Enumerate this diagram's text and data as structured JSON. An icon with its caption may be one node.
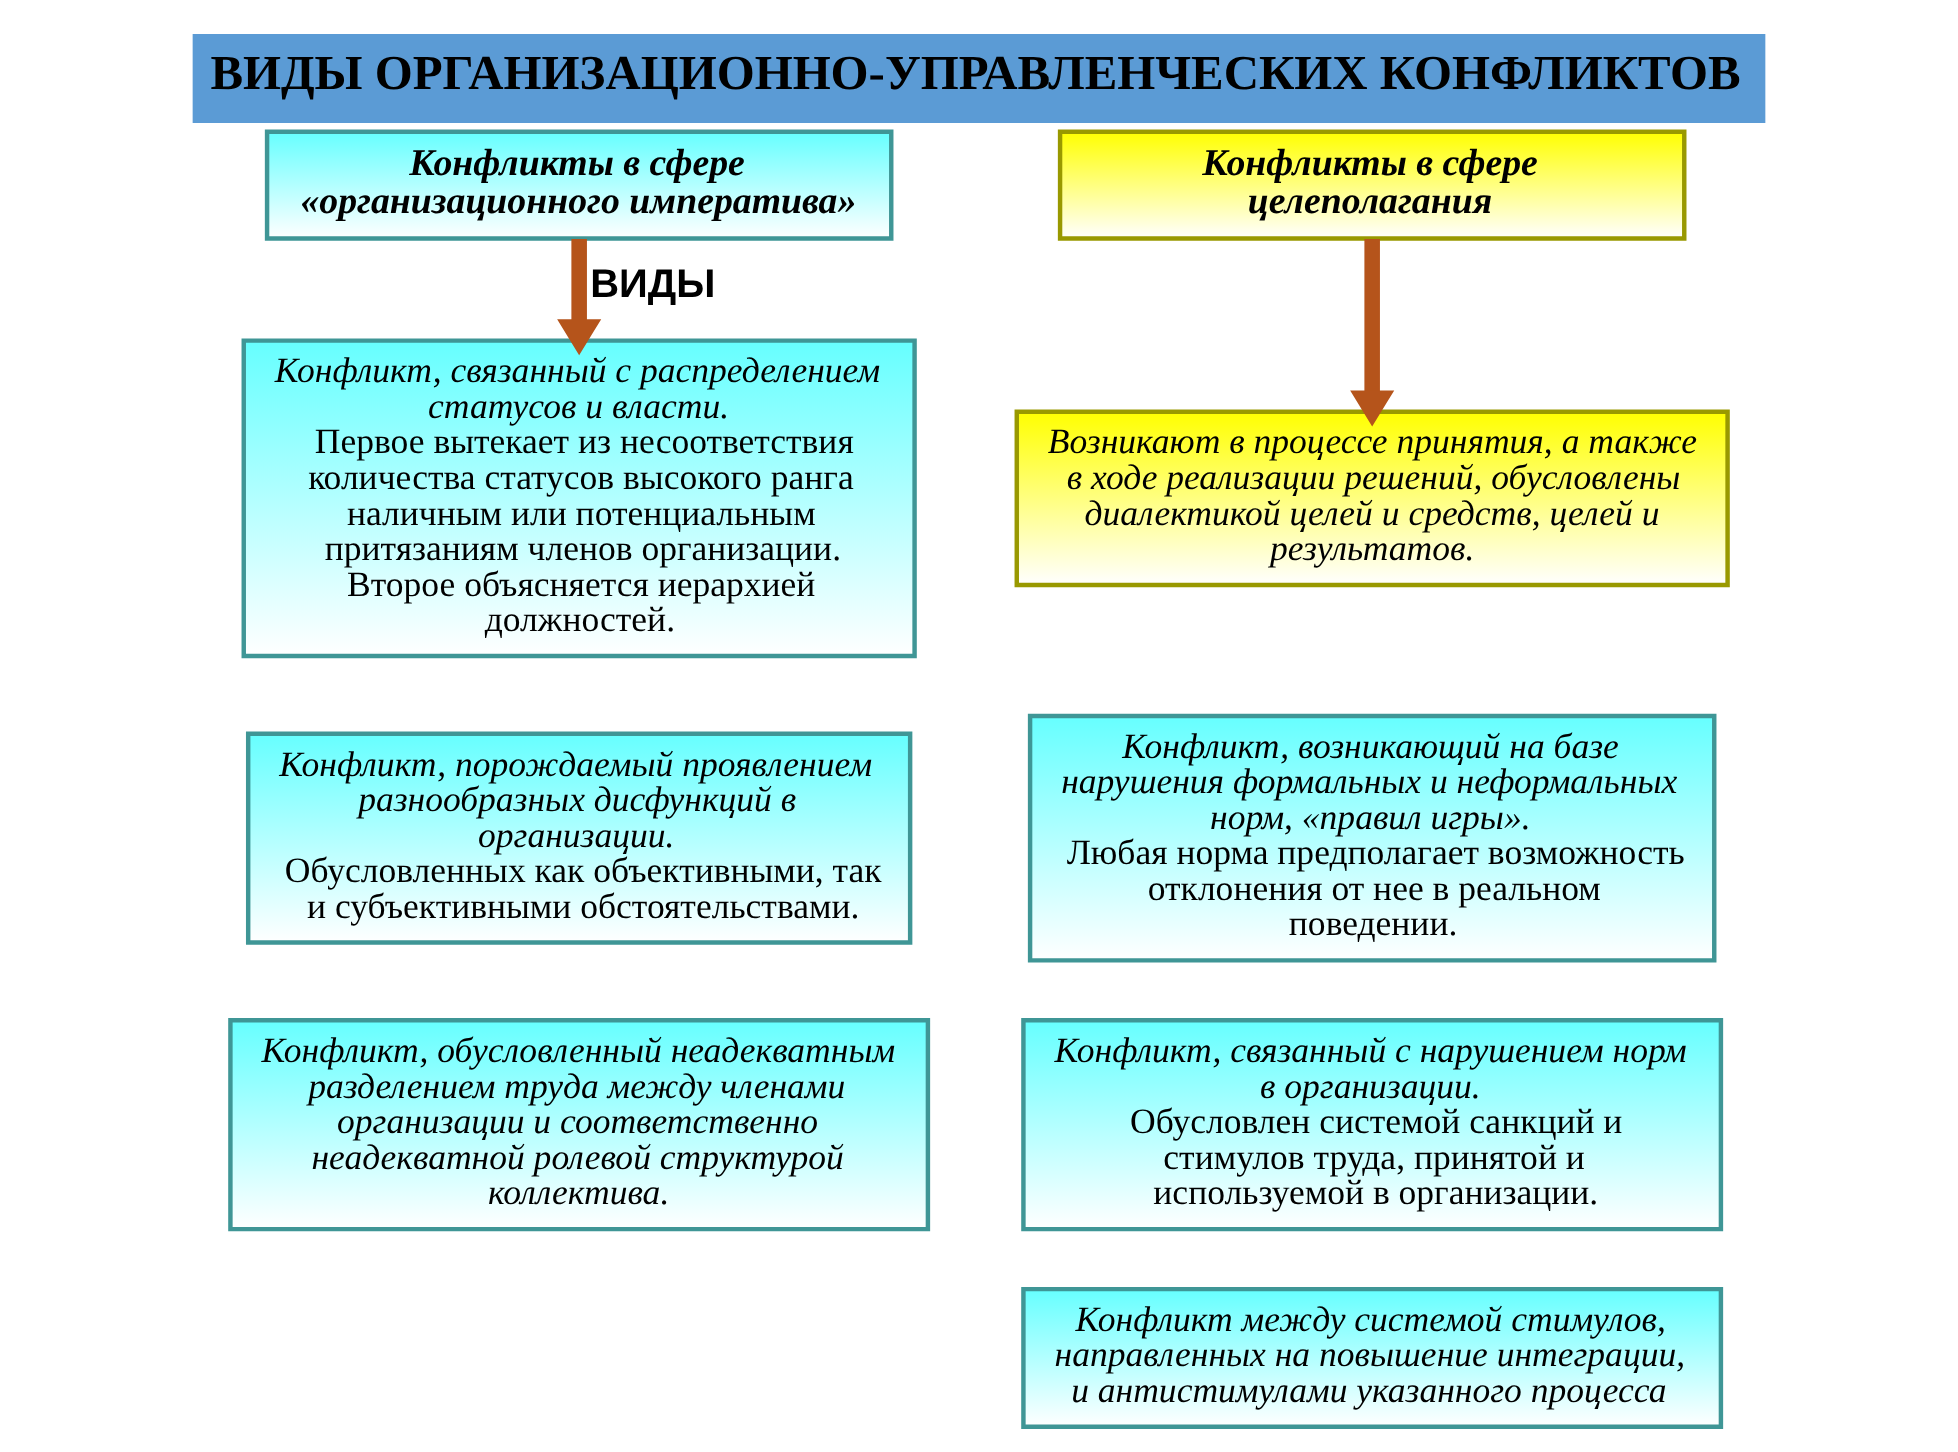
{
  "diagram": {
    "title": "ВИДЫ ОРГАНИЗАЦИОННО-УПРАВЛЕНЧЕСКИХ КОНФЛИКТОВ",
    "nodes": [
      {
        "text": [
          "Конфликты в сфере «организационного императива»"
        ]
      },
      {
        "text": [
          "Конфликт, связанный с распределением статусов и власти.",
          "Первое вытекает из несоответствия количества статусов высокого ранга наличным или потенциальным притязаниям членов организации. Второе объясняется иерархией должностей."
        ]
      },
      {
        "text": [
          "Конфликт, порождаемый проявлением разнообразных дисфункций в организации.",
          "Обусловленных как объективными, так и субъективными обстоятельствами."
        ]
      },
      {
        "text": [
          "Конфликт, обусловленный неадекватным разделением труда между членами организации и соответственно неадекватной ролевой структурой коллектива."
        ]
      },
      {
        "text": [
          "Конфликты в сфере целеполагания"
        ]
      },
      {
        "text": [
          "Возникают в процессе принятия, а также в ходе реализации решений, обусловлены диалектикой целей и средств, целей и результатов."
        ]
      },
      {
        "text": [
          "Конфликт, возникающий на базе нарушения формальных и неформальных норм, «правил игры».",
          "Любая норма предполагает возможность отклонения от нее в реальном поведении."
        ]
      },
      {
        "text": [
          "Конфликт, связанный с нарушением норм в организации.",
          "Обусловлен системой санкций и стимулов труда, принятой и используемой в организации."
        ]
      },
      {
        "text": [
          "Конфликт между системой стимулов, направленных на повышение интеграции, и антистимулами указанного процесса"
        ]
      }
    ],
    "edges": [
      {
        "from": 0,
        "to": 1,
        "arrow": "to",
        "label": "ВИДЫ"
      },
      {
        "from": 4,
        "to": 5,
        "arrow": "to"
      }
    ]
  }
}
